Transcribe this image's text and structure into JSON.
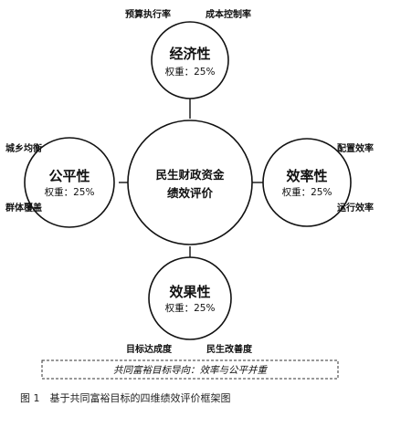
{
  "center": {
    "line1": "民生财政资金",
    "line2": "绩效评价"
  },
  "nodes": {
    "top": {
      "title": "经济性",
      "weight": "权重：25%",
      "sub_left": "预算执行率",
      "sub_right": "成本控制率"
    },
    "left": {
      "title": "公平性",
      "weight": "权重：25%",
      "sub_top": "城乡均衡",
      "sub_bottom": "群体覆盖"
    },
    "right": {
      "title": "效率性",
      "weight": "权重：25%",
      "sub_top": "配置效率",
      "sub_bottom": "运行效率"
    },
    "bottom": {
      "title": "效果性",
      "weight": "权重：25%",
      "sub_left": "目标达成度",
      "sub_right": "民生改善度"
    }
  },
  "banner": "共同富裕目标导向：效率与公平并重",
  "caption": "图 1　基于共同富裕目标的四维绩效评价框架图"
}
